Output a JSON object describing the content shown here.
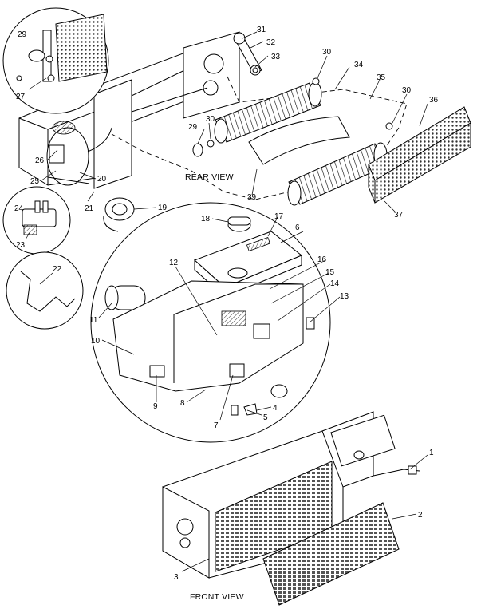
{
  "views": {
    "rear": "REAR VIEW",
    "front": "FRONT VIEW"
  },
  "callouts": [
    "1",
    "2",
    "3",
    "4",
    "5",
    "6",
    "7",
    "8",
    "9",
    "10",
    "11",
    "12",
    "13",
    "14",
    "15",
    "16",
    "17",
    "18",
    "19",
    "20",
    "21",
    "22",
    "23",
    "24",
    "25",
    "26",
    "27",
    "29",
    "29",
    "30",
    "30",
    "30",
    "31",
    "32",
    "33",
    "34",
    "35",
    "36",
    "37",
    "39"
  ]
}
